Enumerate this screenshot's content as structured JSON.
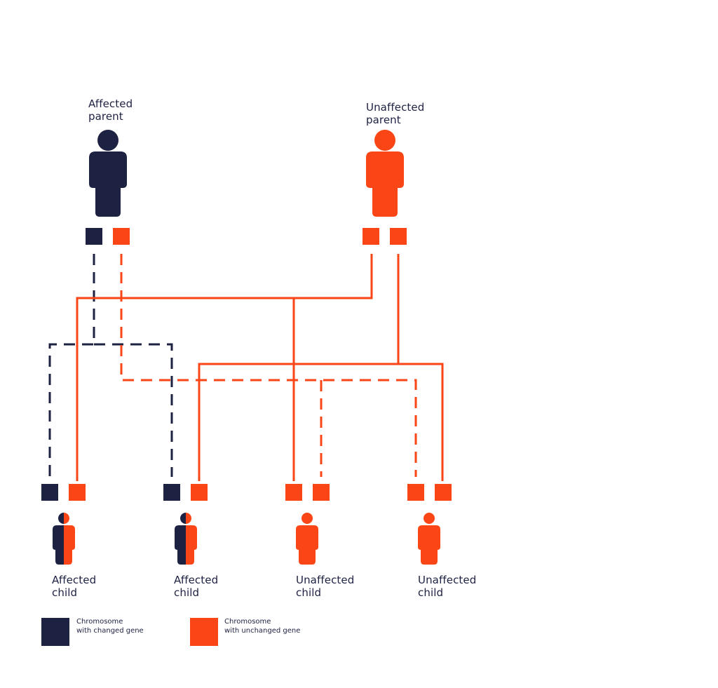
{
  "colors": {
    "changed": "#1d2142",
    "unchanged": "#fa4616",
    "background": "#ffffff"
  },
  "parents": [
    {
      "role": "affected",
      "label_line1": "Affected",
      "label_line2": "parent",
      "chromosomes": [
        "changed",
        "unchanged"
      ]
    },
    {
      "role": "unaffected",
      "label_line1": "Unaffected",
      "label_line2": "parent",
      "chromosomes": [
        "unchanged",
        "unchanged"
      ]
    }
  ],
  "children": [
    {
      "role": "affected",
      "label_line1": "Affected",
      "label_line2": "child",
      "chromosomes": [
        "changed",
        "unchanged"
      ]
    },
    {
      "role": "affected",
      "label_line1": "Affected",
      "label_line2": "child",
      "chromosomes": [
        "changed",
        "unchanged"
      ]
    },
    {
      "role": "unaffected",
      "label_line1": "Unaffected",
      "label_line2": "child",
      "chromosomes": [
        "unchanged",
        "unchanged"
      ]
    },
    {
      "role": "unaffected",
      "label_line1": "Unaffected",
      "label_line2": "child",
      "chromosomes": [
        "unchanged",
        "unchanged"
      ]
    }
  ],
  "legend": [
    {
      "color": "changed",
      "line1": "Chromosome",
      "line2": "with changed gene"
    },
    {
      "color": "unchanged",
      "line1": "Chromosome",
      "line2": "with unchanged gene"
    }
  ]
}
